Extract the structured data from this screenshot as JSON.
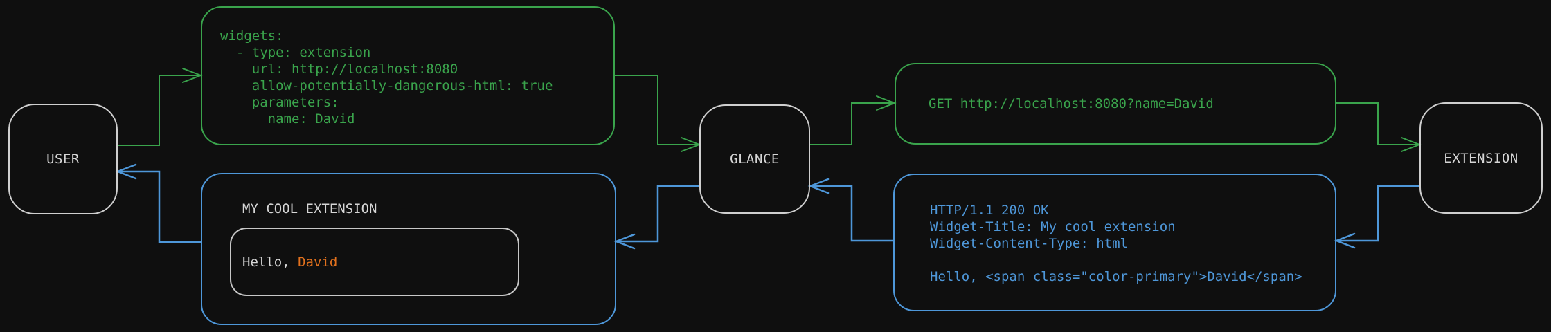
{
  "colors": {
    "background": "#0f0f0f",
    "request_green": "#3aa44c",
    "response_blue": "#4e97d9",
    "highlight_orange": "#e2711d",
    "node_white": "#d6d6d6"
  },
  "nodes": {
    "user": {
      "label": "USER"
    },
    "glance": {
      "label": "GLANCE"
    },
    "extension": {
      "label": "EXTENSION"
    }
  },
  "config_box": {
    "lines": [
      "widgets:",
      "  - type: extension",
      "    url: http://localhost:8080",
      "    allow-potentially-dangerous-html: true",
      "    parameters:",
      "      name: David"
    ]
  },
  "request_box": {
    "text": "GET http://localhost:8080?name=David"
  },
  "response_box": {
    "lines": [
      "HTTP/1.1 200 OK",
      "Widget-Title: My cool extension",
      "Widget-Content-Type: html",
      "",
      "Hello, <span class=\"color-primary\">David</span>"
    ]
  },
  "widget_box": {
    "title": "MY COOL EXTENSION",
    "greeting_prefix": "Hello, ",
    "greeting_name": "David"
  }
}
